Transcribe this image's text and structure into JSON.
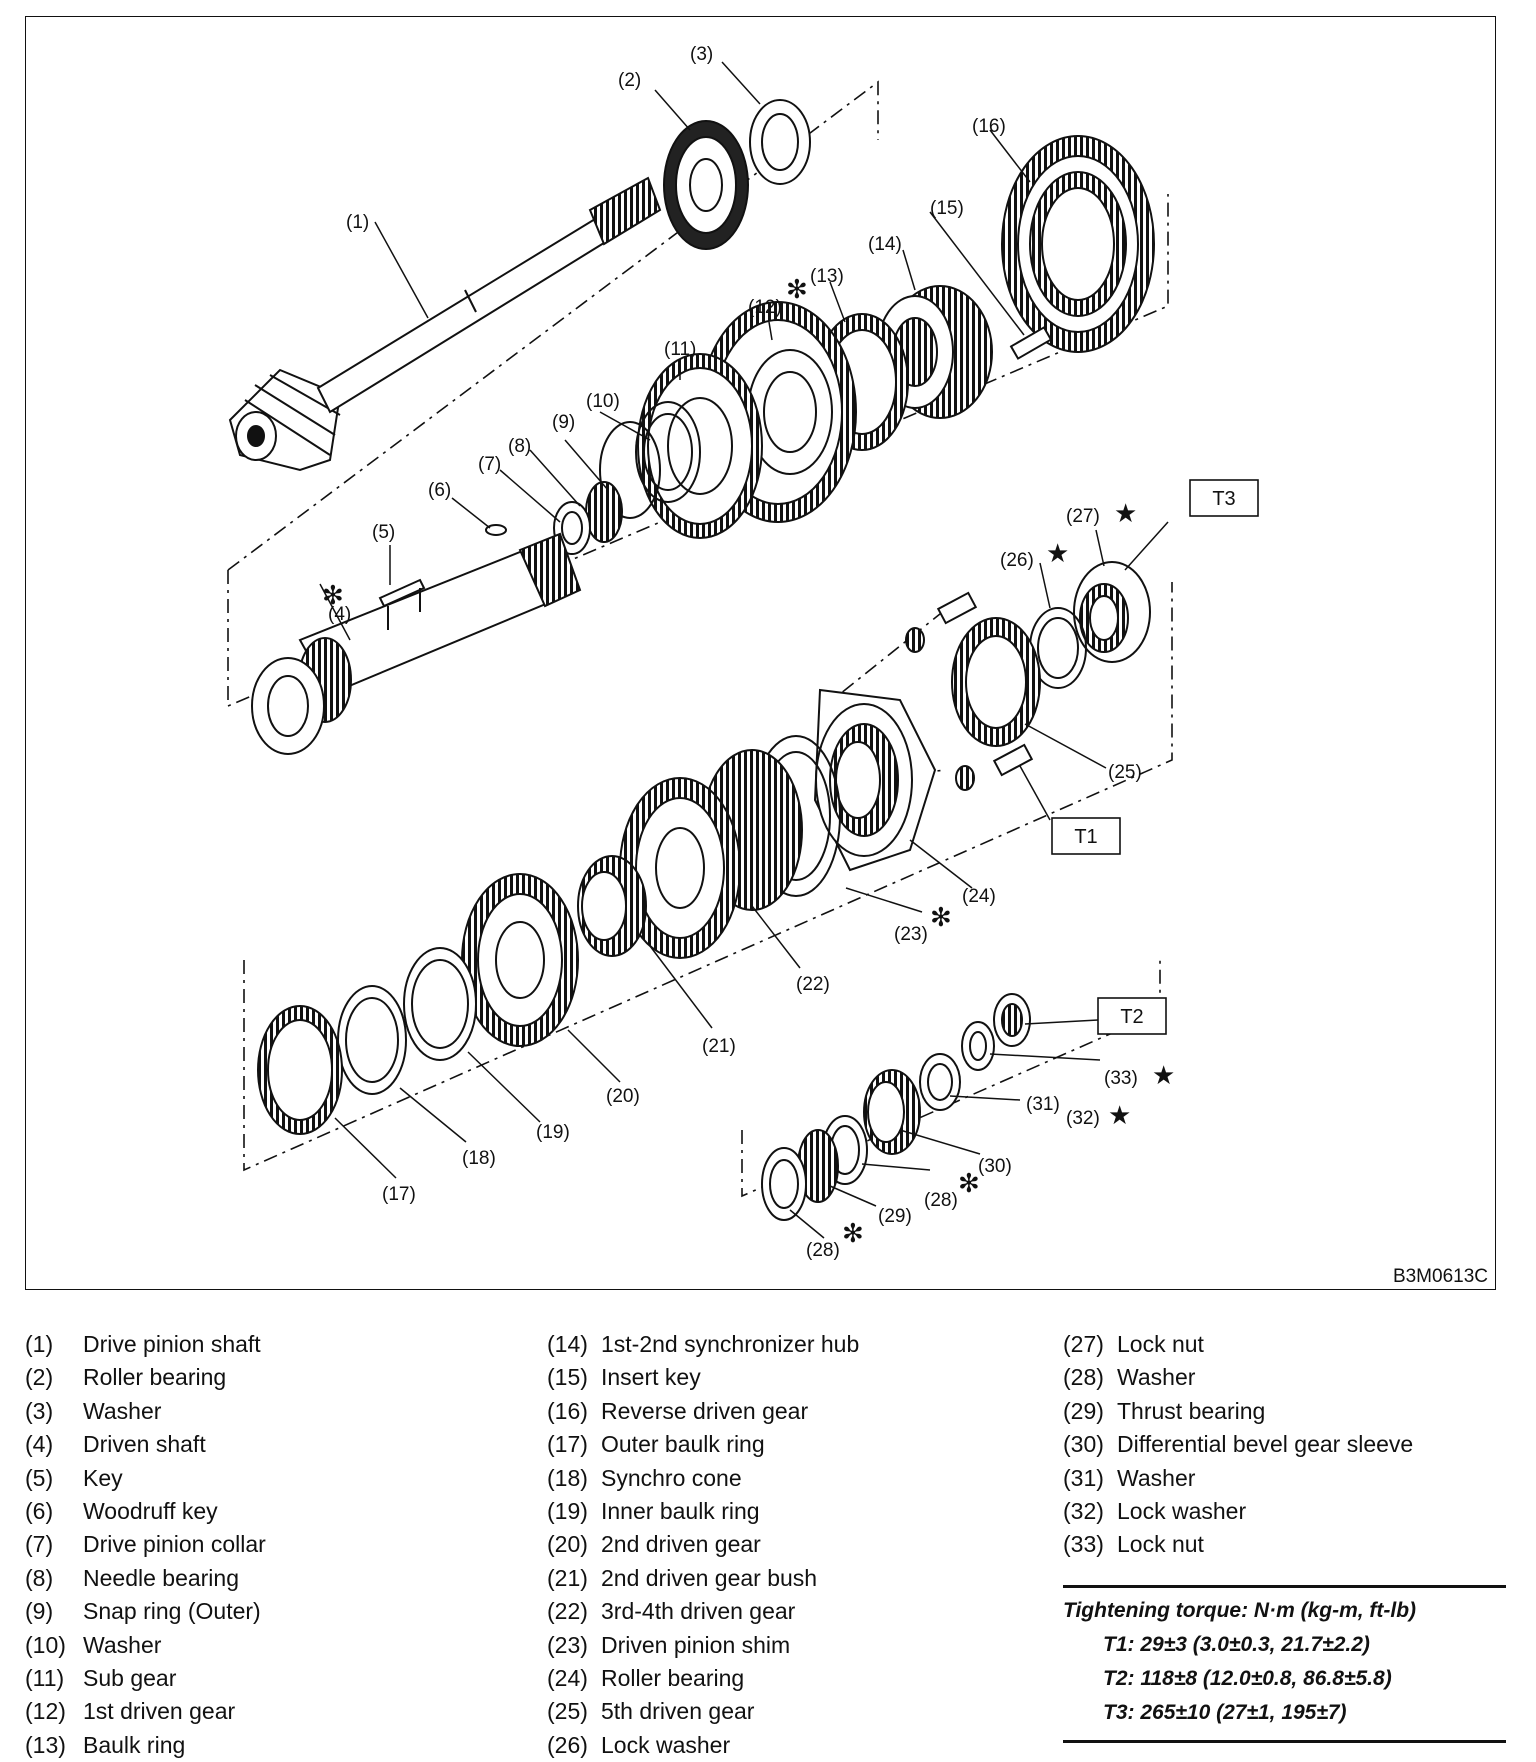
{
  "diagram": {
    "figure_id": "B3M0613C",
    "callouts": [
      "(1)",
      "(2)",
      "(3)",
      "(4)",
      "(5)",
      "(6)",
      "(7)",
      "(8)",
      "(9)",
      "(10)",
      "(11)",
      "(12)",
      "(13)",
      "(14)",
      "(15)",
      "(16)",
      "(17)",
      "(18)",
      "(19)",
      "(20)",
      "(21)",
      "(22)",
      "(23)",
      "(24)",
      "(25)",
      "(26)",
      "(27)",
      "(28)",
      "(29)",
      "(30)",
      "(31)",
      "(32)",
      "(33)",
      "(28)"
    ],
    "asterisk": "✻",
    "star": "★",
    "torque_tags": [
      "T1",
      "T2",
      "T3"
    ]
  },
  "legend": {
    "col1": [
      {
        "num": "(1)",
        "name": "Drive pinion shaft"
      },
      {
        "num": "(2)",
        "name": "Roller bearing"
      },
      {
        "num": "(3)",
        "name": "Washer"
      },
      {
        "num": "(4)",
        "name": "Driven shaft"
      },
      {
        "num": "(5)",
        "name": "Key"
      },
      {
        "num": "(6)",
        "name": "Woodruff key"
      },
      {
        "num": "(7)",
        "name": "Drive pinion collar"
      },
      {
        "num": "(8)",
        "name": "Needle bearing"
      },
      {
        "num": "(9)",
        "name": "Snap ring (Outer)"
      },
      {
        "num": "(10)",
        "name": "Washer"
      },
      {
        "num": "(11)",
        "name": "Sub gear"
      },
      {
        "num": "(12)",
        "name": "1st driven gear"
      },
      {
        "num": "(13)",
        "name": "Baulk ring"
      }
    ],
    "col2": [
      {
        "num": "(14)",
        "name": "1st-2nd synchronizer hub"
      },
      {
        "num": "(15)",
        "name": "Insert key"
      },
      {
        "num": "(16)",
        "name": "Reverse driven gear"
      },
      {
        "num": "(17)",
        "name": "Outer baulk ring"
      },
      {
        "num": "(18)",
        "name": "Synchro cone"
      },
      {
        "num": "(19)",
        "name": "Inner baulk ring"
      },
      {
        "num": "(20)",
        "name": "2nd driven gear"
      },
      {
        "num": "(21)",
        "name": "2nd driven gear bush"
      },
      {
        "num": "(22)",
        "name": "3rd-4th driven gear"
      },
      {
        "num": "(23)",
        "name": "Driven pinion shim"
      },
      {
        "num": "(24)",
        "name": "Roller bearing"
      },
      {
        "num": "(25)",
        "name": "5th driven gear"
      },
      {
        "num": "(26)",
        "name": "Lock washer"
      }
    ],
    "col3": [
      {
        "num": "(27)",
        "name": "Lock nut"
      },
      {
        "num": "(28)",
        "name": "Washer"
      },
      {
        "num": "(29)",
        "name": "Thrust bearing"
      },
      {
        "num": "(30)",
        "name": "Differential bevel gear sleeve"
      },
      {
        "num": "(31)",
        "name": "Washer"
      },
      {
        "num": "(32)",
        "name": "Lock washer"
      },
      {
        "num": "(33)",
        "name": "Lock nut"
      }
    ]
  },
  "torque": {
    "title": "Tightening torque: N·m (kg-m, ft-lb)",
    "lines": [
      "T1: 29±3 (3.0±0.3, 21.7±2.2)",
      "T2: 118±8 (12.0±0.8, 86.8±5.8)",
      "T3: 265±10 (27±1, 195±7)"
    ]
  }
}
